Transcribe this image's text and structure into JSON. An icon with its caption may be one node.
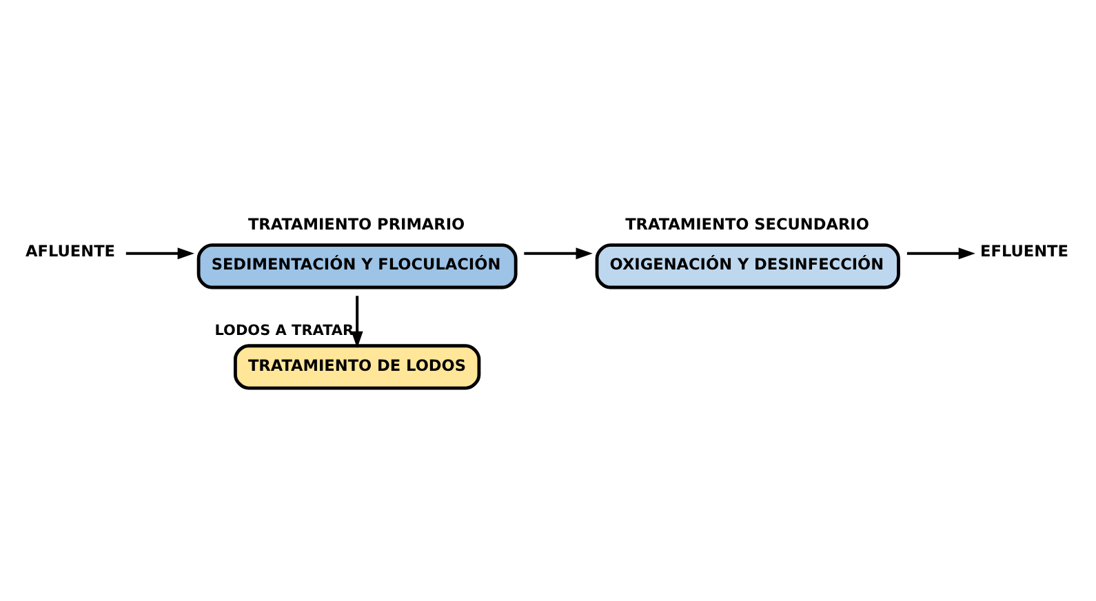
{
  "diagram": {
    "nodes": [
      {
        "text": [
          "AFLUENTE"
        ]
      },
      {
        "text": [
          "TRATAMIENTO PRIMARIO",
          "SEDIMENTACIÓN Y FLOCULACIÓN"
        ]
      },
      {
        "text": [
          "TRATAMIENTO SECUNDARIO",
          "OXIGENACIÓN Y DESINFECCIÓN"
        ]
      },
      {
        "text": [
          "EFLUENTE"
        ]
      },
      {
        "text": [
          "TRATAMIENTO DE LODOS"
        ]
      }
    ],
    "edges": [
      {
        "from": 0,
        "to": 1,
        "arrow": "to"
      },
      {
        "from": 1,
        "to": 2,
        "arrow": "to"
      },
      {
        "from": 2,
        "to": 3,
        "arrow": "to"
      },
      {
        "from": 1,
        "to": 4,
        "label": "LODOS A TRATAR",
        "arrow": "to"
      }
    ]
  }
}
